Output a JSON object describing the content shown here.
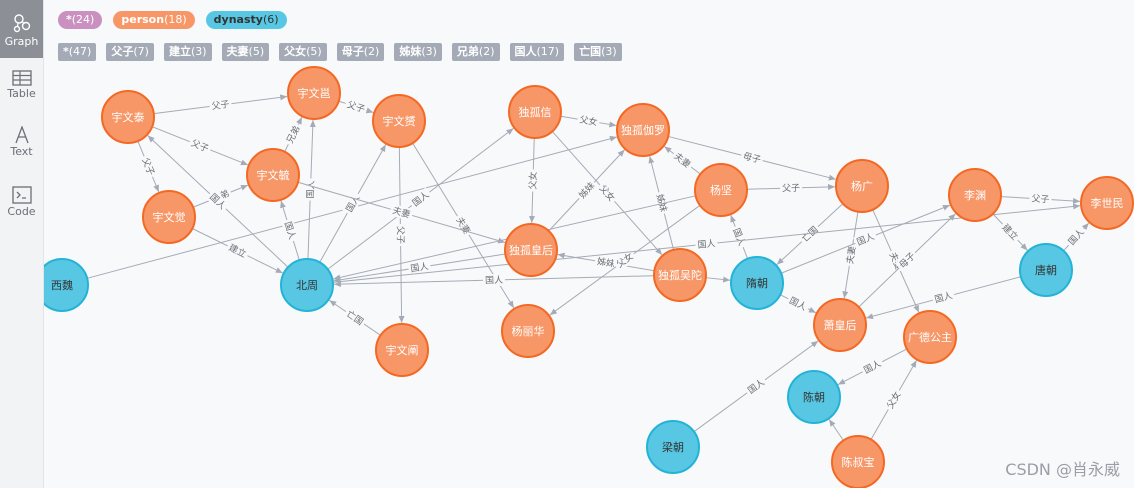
{
  "sidebar": {
    "items": [
      {
        "label": "Graph",
        "icon": "graph-icon",
        "active": true
      },
      {
        "label": "Table",
        "icon": "table-icon",
        "active": false
      },
      {
        "label": "Text",
        "icon": "text-icon",
        "active": false
      },
      {
        "label": "Code",
        "icon": "code-icon",
        "active": false
      }
    ]
  },
  "node_labels": [
    {
      "label": "*",
      "count": "(24)",
      "color": "#c990c0"
    },
    {
      "label": "person",
      "count": "(18)",
      "color": "#f79767"
    },
    {
      "label": "dynasty",
      "count": "(6)",
      "color": "#57c7e3"
    }
  ],
  "relationship_types": [
    {
      "label": "*",
      "count": "(47)"
    },
    {
      "label": "父子",
      "count": "(7)"
    },
    {
      "label": "建立",
      "count": "(3)"
    },
    {
      "label": "夫妻",
      "count": "(5)"
    },
    {
      "label": "父女",
      "count": "(5)"
    },
    {
      "label": "母子",
      "count": "(2)"
    },
    {
      "label": "姊妹",
      "count": "(3)"
    },
    {
      "label": "兄弟",
      "count": "(2)"
    },
    {
      "label": "国人",
      "count": "(17)"
    },
    {
      "label": "亡国",
      "count": "(3)"
    }
  ],
  "colors": {
    "person": "#f79767",
    "person_border": "#f36924",
    "dynasty": "#57c7e3",
    "dynasty_border": "#23b3d7",
    "edge": "#a5abb6"
  },
  "graph": {
    "nodes": [
      {
        "id": "yuwentai",
        "name": "宇文泰",
        "type": "person"
      },
      {
        "id": "yuwenyu",
        "name": "宇文毓",
        "type": "person"
      },
      {
        "id": "yuwenjue",
        "name": "宇文觉",
        "type": "person"
      },
      {
        "id": "yuwenyong",
        "name": "宇文邕",
        "type": "person"
      },
      {
        "id": "yuwenyun",
        "name": "宇文赟",
        "type": "person"
      },
      {
        "id": "yuwenchan",
        "name": "宇文阐",
        "type": "person"
      },
      {
        "id": "xiwei",
        "name": "西魏",
        "type": "dynasty"
      },
      {
        "id": "beizhou",
        "name": "北周",
        "type": "dynasty"
      },
      {
        "id": "duguxin",
        "name": "独孤信",
        "type": "person"
      },
      {
        "id": "dugujialuo",
        "name": "独孤伽罗",
        "type": "person"
      },
      {
        "id": "duguhuanghou",
        "name": "独孤皇后",
        "type": "person"
      },
      {
        "id": "yanglihua",
        "name": "杨丽华",
        "type": "person"
      },
      {
        "id": "yangjian",
        "name": "杨坚",
        "type": "person"
      },
      {
        "id": "duguhuituo",
        "name": "独孤吴陀",
        "type": "person"
      },
      {
        "id": "suichao",
        "name": "隋朝",
        "type": "dynasty"
      },
      {
        "id": "yangguang",
        "name": "杨广",
        "type": "person"
      },
      {
        "id": "xiaohuanghou",
        "name": "萧皇后",
        "type": "person"
      },
      {
        "id": "guangdegongzhu",
        "name": "广德公主",
        "type": "person"
      },
      {
        "id": "liyuan",
        "name": "李渊",
        "type": "person"
      },
      {
        "id": "lishimin",
        "name": "李世民",
        "type": "person"
      },
      {
        "id": "tangchao",
        "name": "唐朝",
        "type": "dynasty"
      },
      {
        "id": "chenchao",
        "name": "陈朝",
        "type": "dynasty"
      },
      {
        "id": "liangchao",
        "name": "梁朝",
        "type": "dynasty"
      },
      {
        "id": "chenshubao",
        "name": "陈叔宝",
        "type": "person"
      }
    ],
    "edges": [
      {
        "from": "yuwentai",
        "to": "yuwenyu",
        "label": "父子"
      },
      {
        "from": "yuwentai",
        "to": "yuwenyong",
        "label": "父子"
      },
      {
        "from": "yuwentai",
        "to": "yuwenjue",
        "label": "父子"
      },
      {
        "from": "yuwenyu",
        "to": "yuwenyong",
        "label": "兄弟"
      },
      {
        "from": "yuwenjue",
        "to": "yuwenyu",
        "label": "兄弟"
      },
      {
        "from": "yuwenyong",
        "to": "yuwenyun",
        "label": "父子"
      },
      {
        "from": "yuwenyun",
        "to": "yuwenchan",
        "label": "父子"
      },
      {
        "from": "yuwenyun",
        "to": "yanglihua",
        "label": "夫妻"
      },
      {
        "from": "yuwenjue",
        "to": "beizhou",
        "label": "建立"
      },
      {
        "from": "xiwei",
        "to": "dugujialuo",
        "label": ""
      },
      {
        "from": "beizhou",
        "to": "yuwentai",
        "label": "国人"
      },
      {
        "from": "beizhou",
        "to": "yuwenyu",
        "label": "国人"
      },
      {
        "from": "beizhou",
        "to": "yuwenyong",
        "label": "国人"
      },
      {
        "from": "beizhou",
        "to": "yuwenyun",
        "label": "国人"
      },
      {
        "from": "beizhou",
        "to": "duguxin",
        "label": "国人"
      },
      {
        "from": "yuwenchan",
        "to": "beizhou",
        "label": "亡国"
      },
      {
        "from": "duguhuanghou",
        "to": "beizhou",
        "label": "国人"
      },
      {
        "from": "duguhuituo",
        "to": "beizhou",
        "label": "国人"
      },
      {
        "from": "yuwenyu",
        "to": "duguhuanghou",
        "label": "夫妻"
      },
      {
        "from": "duguxin",
        "to": "dugujialuo",
        "label": "父女"
      },
      {
        "from": "duguxin",
        "to": "duguhuanghou",
        "label": "父女"
      },
      {
        "from": "duguxin",
        "to": "duguhuituo",
        "label": "父女"
      },
      {
        "from": "duguhuanghou",
        "to": "dugujialuo",
        "label": "姊妹"
      },
      {
        "from": "duguhuituo",
        "to": "duguhuanghou",
        "label": "姊妹"
      },
      {
        "from": "duguhuituo",
        "to": "dugujialuo",
        "label": "姊妹"
      },
      {
        "from": "yangjian",
        "to": "dugujialuo",
        "label": "夫妻"
      },
      {
        "from": "dugujialuo",
        "to": "yangguang",
        "label": "母子"
      },
      {
        "from": "yangjian",
        "to": "yangguang",
        "label": "父子"
      },
      {
        "from": "yangjian",
        "to": "yanglihua",
        "label": "父女"
      },
      {
        "from": "yangjian",
        "to": "beizhou",
        "label": ""
      },
      {
        "from": "suichao",
        "to": "yangjian",
        "label": "国人"
      },
      {
        "from": "yangguang",
        "to": "suichao",
        "label": "亡国"
      },
      {
        "from": "yangguang",
        "to": "xiaohuanghou",
        "label": "夫妻"
      },
      {
        "from": "yangguang",
        "to": "guangdegongzhu",
        "label": "夫妻"
      },
      {
        "from": "suichao",
        "to": "xiaohuanghou",
        "label": "国人"
      },
      {
        "from": "suichao",
        "to": "liyuan",
        "label": "国人"
      },
      {
        "from": "xiaohuanghou",
        "to": "liyuan",
        "label": "母子"
      },
      {
        "from": "liyuan",
        "to": "lishimin",
        "label": "父子"
      },
      {
        "from": "liyuan",
        "to": "tangchao",
        "label": "建立"
      },
      {
        "from": "tangchao",
        "to": "lishimin",
        "label": "国人"
      },
      {
        "from": "tangchao",
        "to": "xiaohuanghou",
        "label": "国人"
      },
      {
        "from": "beizhou",
        "to": "lishimin",
        "label": "国人"
      },
      {
        "from": "liangchao",
        "to": "xiaohuanghou",
        "label": "国人"
      },
      {
        "from": "guangdegongzhu",
        "to": "chenchao",
        "label": "国人"
      },
      {
        "from": "chenshubao",
        "to": "guangdegongzhu",
        "label": "父女"
      },
      {
        "from": "chenshubao",
        "to": "chenchao",
        "label": ""
      },
      {
        "from": "duguhuituo",
        "to": "suichao",
        "label": ""
      }
    ]
  },
  "watermark": "CSDN @肖永威"
}
